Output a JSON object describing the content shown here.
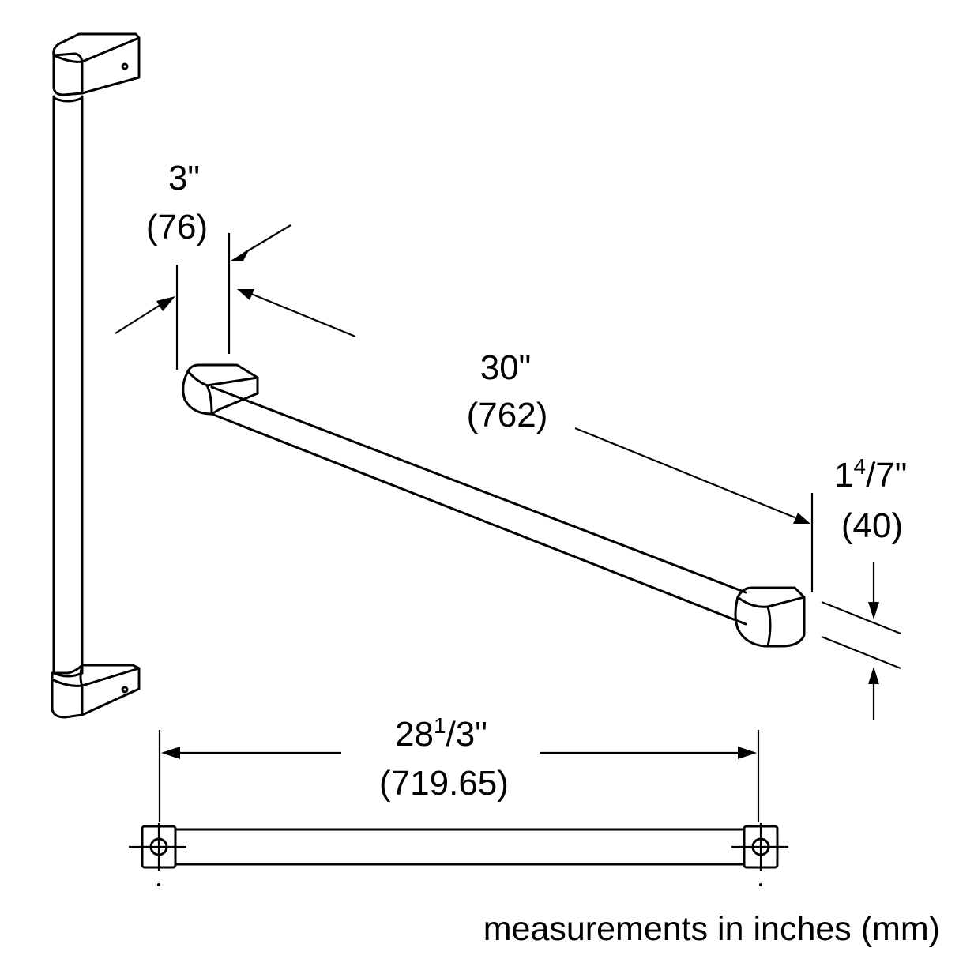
{
  "dimensions": {
    "depth": {
      "inches": "3\"",
      "mm": "(76)"
    },
    "length": {
      "inches": "30\"",
      "mm": "(762)"
    },
    "diameter": {
      "whole": "1",
      "num": "4",
      "den": "/7",
      "quote": "\"",
      "mm": "(40)"
    },
    "mount_spacing": {
      "whole": "28",
      "num": "1",
      "den": "/3",
      "quote": "\"",
      "mm": "(719.65)"
    }
  },
  "caption": "measurements in inches (mm)",
  "colors": {
    "line": "#000000",
    "background": "#ffffff"
  }
}
